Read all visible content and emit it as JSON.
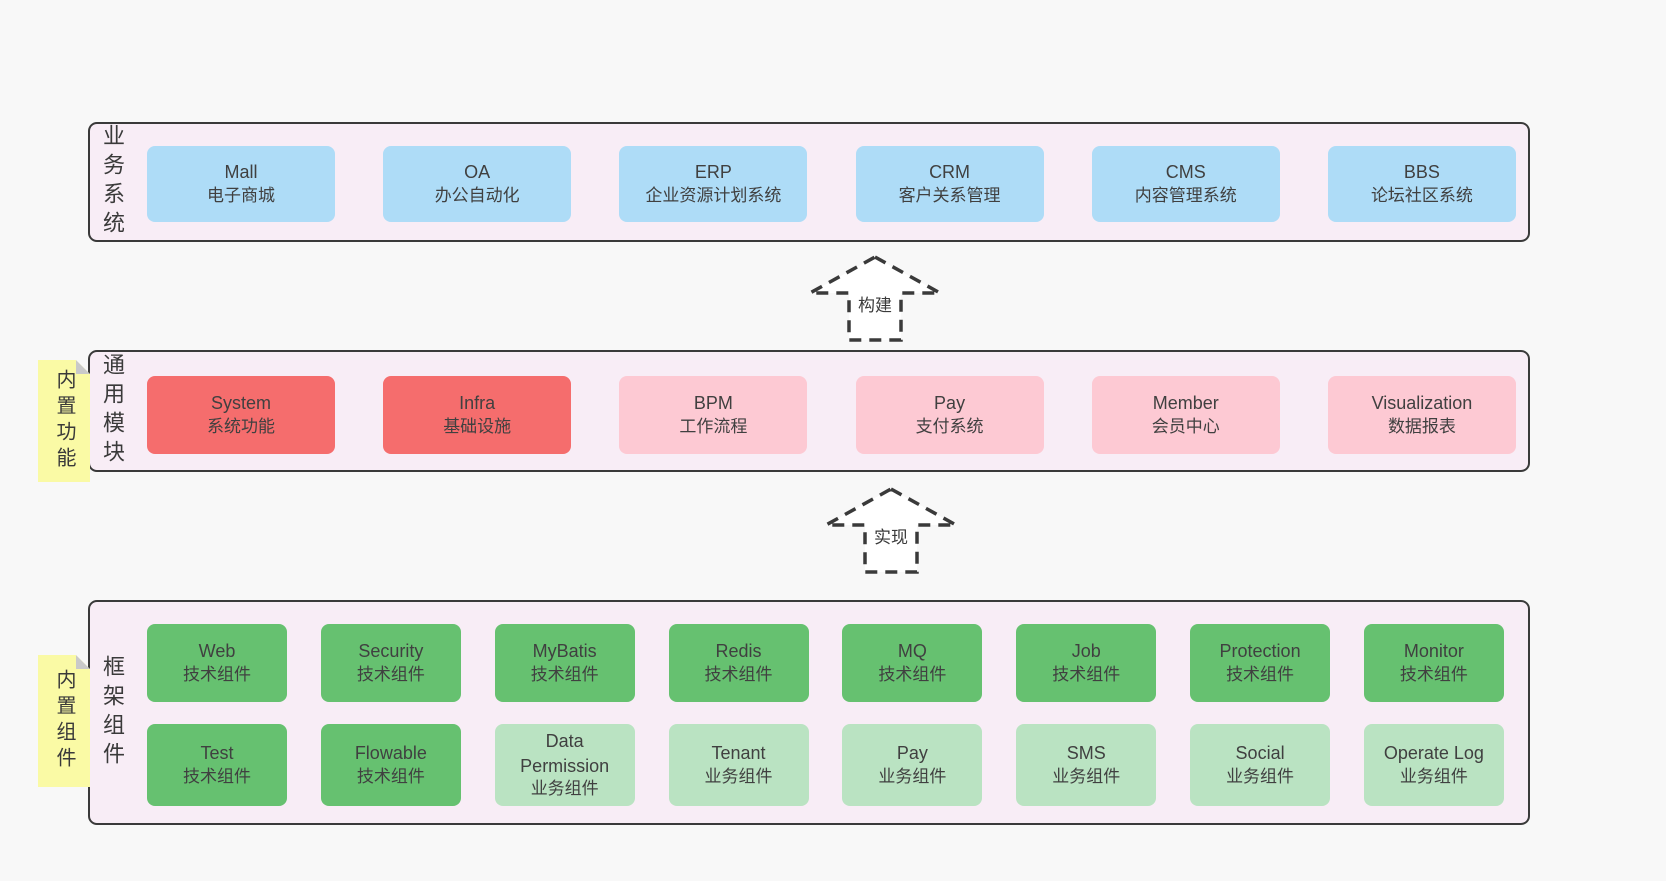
{
  "colors": {
    "page_bg": "#f8f8f8",
    "panel_bg": "#f8edf6",
    "panel_border": "#3a3a3a",
    "box_blue": "#aedcf7",
    "box_red": "#f56d6d",
    "box_pink": "#fdc9d3",
    "box_green": "#66c170",
    "box_light_green": "#bae3c2",
    "sticky_yellow": "#fafaa5",
    "text": "#404040"
  },
  "panels": [
    {
      "id": "business-systems",
      "label": "业务系统",
      "rows": [
        [
          {
            "name": "Mall",
            "desc": "电子商城",
            "type": "blue"
          },
          {
            "name": "OA",
            "desc": "办公自动化",
            "type": "blue"
          },
          {
            "name": "ERP",
            "desc": "企业资源计划系统",
            "type": "blue"
          },
          {
            "name": "CRM",
            "desc": "客户关系管理",
            "type": "blue"
          },
          {
            "name": "CMS",
            "desc": "内容管理系统",
            "type": "blue"
          },
          {
            "name": "BBS",
            "desc": "论坛社区系统",
            "type": "blue"
          }
        ]
      ]
    },
    {
      "id": "common-modules",
      "label": "通用模块",
      "sticky": "内置功能",
      "rows": [
        [
          {
            "name": "System",
            "desc": "系统功能",
            "type": "red"
          },
          {
            "name": "Infra",
            "desc": "基础设施",
            "type": "red"
          },
          {
            "name": "BPM",
            "desc": "工作流程",
            "type": "pink"
          },
          {
            "name": "Pay",
            "desc": "支付系统",
            "type": "pink"
          },
          {
            "name": "Member",
            "desc": "会员中心",
            "type": "pink"
          },
          {
            "name": "Visualization",
            "desc": "数据报表",
            "type": "pink"
          }
        ]
      ]
    },
    {
      "id": "framework-components",
      "label": "框架组件",
      "sticky": "内置组件",
      "rows": [
        [
          {
            "name": "Web",
            "desc": "技术组件",
            "type": "green"
          },
          {
            "name": "Security",
            "desc": "技术组件",
            "type": "green"
          },
          {
            "name": "MyBatis",
            "desc": "技术组件",
            "type": "green"
          },
          {
            "name": "Redis",
            "desc": "技术组件",
            "type": "green"
          },
          {
            "name": "MQ",
            "desc": "技术组件",
            "type": "green"
          },
          {
            "name": "Job",
            "desc": "技术组件",
            "type": "green"
          },
          {
            "name": "Protection",
            "desc": "技术组件",
            "type": "green"
          },
          {
            "name": "Monitor",
            "desc": "技术组件",
            "type": "green"
          }
        ],
        [
          {
            "name": "Test",
            "desc": "技术组件",
            "type": "green"
          },
          {
            "name": "Flowable",
            "desc": "技术组件",
            "type": "green"
          },
          {
            "name": "Data Permission",
            "desc": "业务组件",
            "type": "light-green"
          },
          {
            "name": "Tenant",
            "desc": "业务组件",
            "type": "light-green"
          },
          {
            "name": "Pay",
            "desc": "业务组件",
            "type": "light-green"
          },
          {
            "name": "SMS",
            "desc": "业务组件",
            "type": "light-green"
          },
          {
            "name": "Social",
            "desc": "业务组件",
            "type": "light-green"
          },
          {
            "name": "Operate Log",
            "desc": "业务组件",
            "type": "light-green"
          }
        ]
      ]
    }
  ],
  "arrows": [
    {
      "label": "构建"
    },
    {
      "label": "实现"
    }
  ]
}
